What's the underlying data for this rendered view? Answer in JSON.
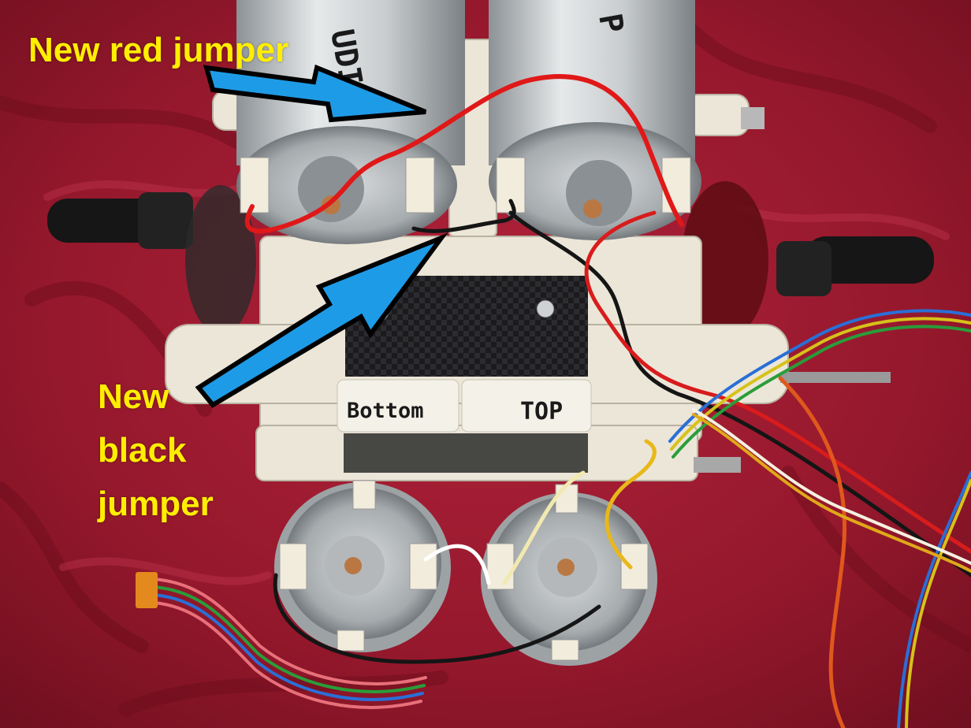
{
  "annotations": {
    "red_jumper": "New red jumper",
    "black_jumper_lines": [
      "New",
      "black",
      "jumper"
    ]
  },
  "motor_labels": {
    "left_block": "Bottom",
    "right_block": "TOP",
    "top_left_motor": "UDI",
    "top_right_motor": "P"
  },
  "colors": {
    "label_text": "#ffee00",
    "arrow_fill": "#1e9be6",
    "arrow_outline": "#000000",
    "fabric": "#9b1a2a",
    "red_wire": "#e01818",
    "black_wire": "#151515"
  }
}
